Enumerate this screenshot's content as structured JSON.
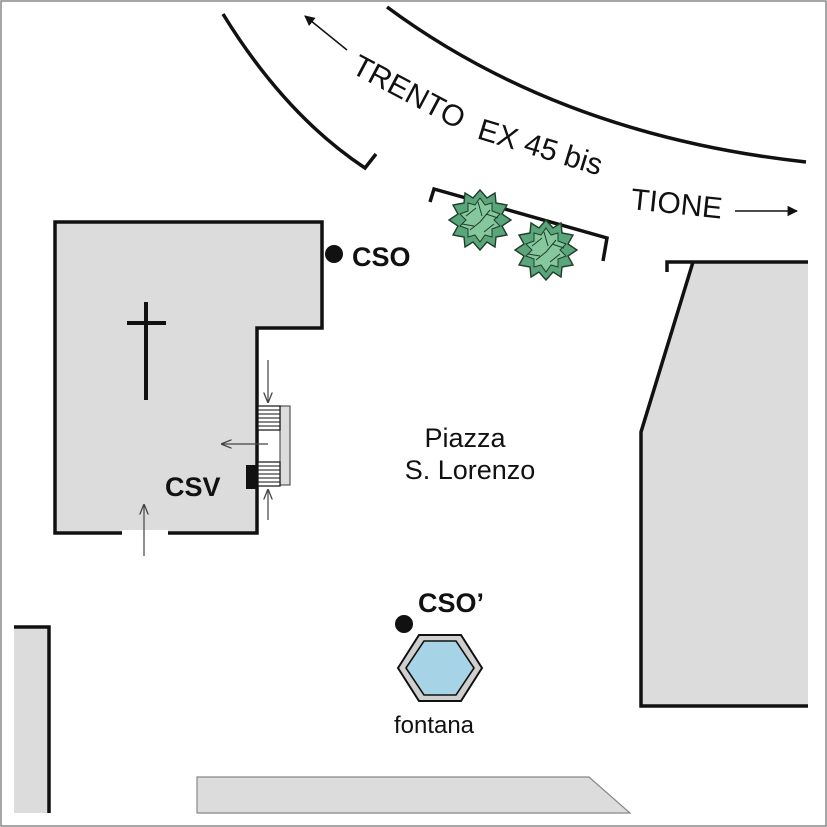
{
  "colors": {
    "background": "#ffffff",
    "building_fill": "#dcdcdc",
    "outline": "#111111",
    "tree_fill": "#5aa57a",
    "fountain_water": "#a6d4e6",
    "fountain_rim": "#cfcfcf"
  },
  "road": {
    "name_left": "TRENTO",
    "name_mid": "EX 45 bis",
    "name_right": "TIONE"
  },
  "square": {
    "line1": "Piazza",
    "line2": "S. Lorenzo"
  },
  "markers": {
    "cso": "CSO",
    "csv": "CSV",
    "cso_prime": "CSO’"
  },
  "fountain": {
    "label": "fontana"
  },
  "icons": {
    "church": "cross-icon",
    "tree": "tree-icon",
    "arrow": "arrow-icon"
  }
}
